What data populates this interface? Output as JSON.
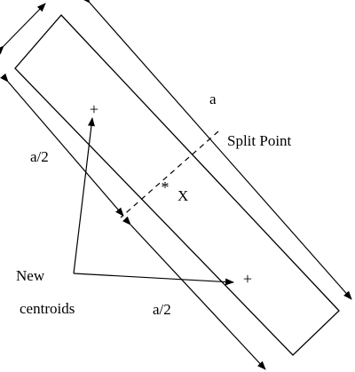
{
  "labels": {
    "side": "a",
    "split_point": "Split Point",
    "half_upper": "a/2",
    "half_lower": "a/2",
    "point_x": "X",
    "new_line1": "New",
    "new_line2": "centroids"
  },
  "symbols": {
    "centroid_marker": "+",
    "x_marker": "*"
  },
  "colors": {
    "stroke": "#000000",
    "background": "#ffffff"
  }
}
